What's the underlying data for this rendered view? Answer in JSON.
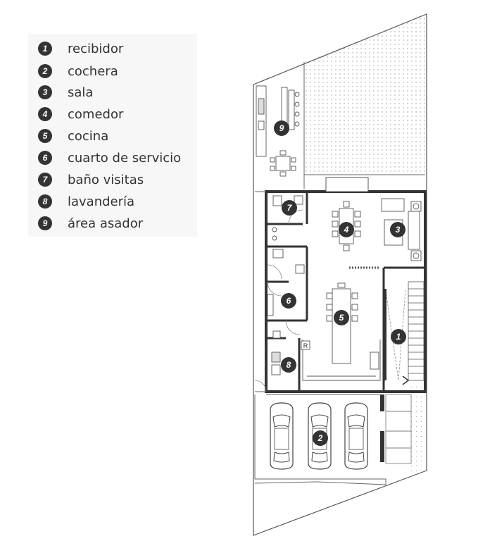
{
  "legend": {
    "items": [
      {
        "number": "1",
        "label": "recibidor"
      },
      {
        "number": "2",
        "label": "cochera"
      },
      {
        "number": "3",
        "label": "sala"
      },
      {
        "number": "4",
        "label": "comedor"
      },
      {
        "number": "5",
        "label": "cocina"
      },
      {
        "number": "6",
        "label": "cuarto de servicio"
      },
      {
        "number": "7",
        "label": "baño visitas"
      },
      {
        "number": "8",
        "label": "lavandería"
      },
      {
        "number": "9",
        "label": "área asador"
      }
    ]
  },
  "plan": {
    "markers": [
      "1",
      "2",
      "3",
      "4",
      "5",
      "6",
      "7",
      "8",
      "9"
    ],
    "colors": {
      "wall": "#333333",
      "line": "#555555",
      "dots": "#999999",
      "badge": "#333333",
      "legend_bg": "#f7f7f7"
    },
    "appliance_labels": {
      "refrigerator": "R"
    }
  }
}
